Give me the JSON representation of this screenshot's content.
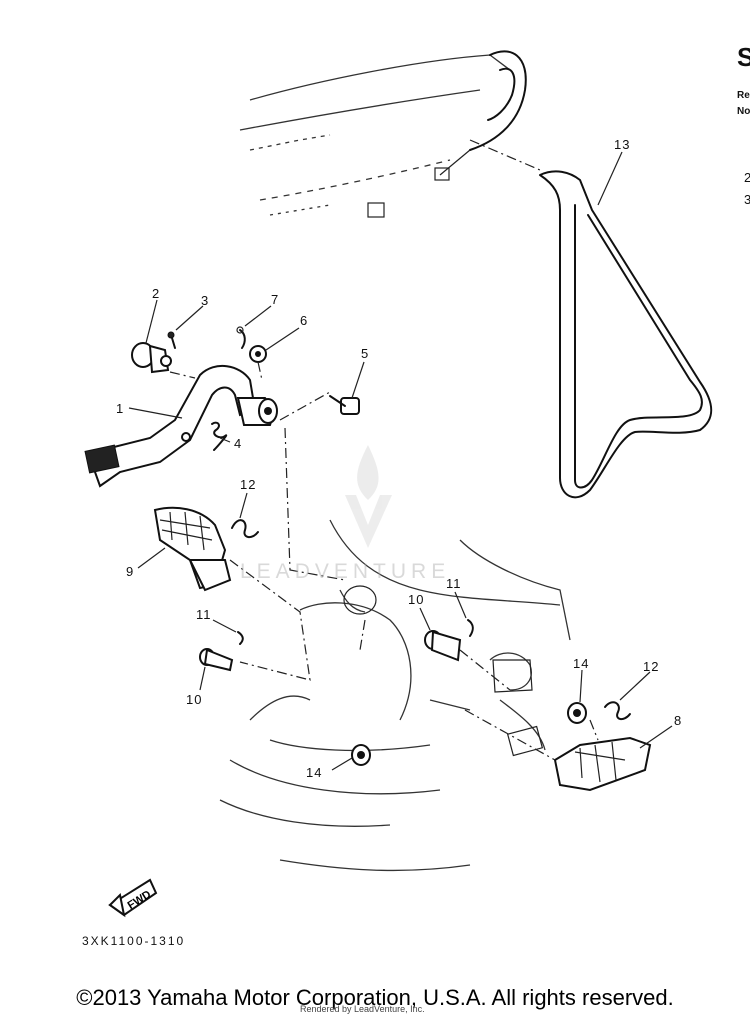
{
  "colors": {
    "line": "#111111",
    "background": "#ffffff",
    "watermark": "#aaaaaa"
  },
  "header": {
    "heading_letter": "S",
    "ref_label_1": "Re",
    "ref_label_2": "No",
    "side_numbers": [
      "2",
      "3"
    ]
  },
  "callouts": {
    "c1": "1",
    "c2": "2",
    "c3": "3",
    "c4": "4",
    "c5": "5",
    "c6": "6",
    "c7": "7",
    "c8": "8",
    "c9": "9",
    "c10a": "10",
    "c10b": "10",
    "c11a": "11",
    "c11b": "11",
    "c12a": "12",
    "c12b": "12",
    "c13": "13",
    "c14a": "14",
    "c14b": "14"
  },
  "fwd_label": "FWD",
  "drawing_code": "3XK1100-1310",
  "watermark": {
    "text": "LEADVENTURE",
    "icon": "flame-v-logo-icon"
  },
  "footer": {
    "copyright": "©2013 Yamaha Motor Corporation, U.S.A. All rights reserved.",
    "rendered_by": "Rendered by LeadVenture, Inc."
  }
}
